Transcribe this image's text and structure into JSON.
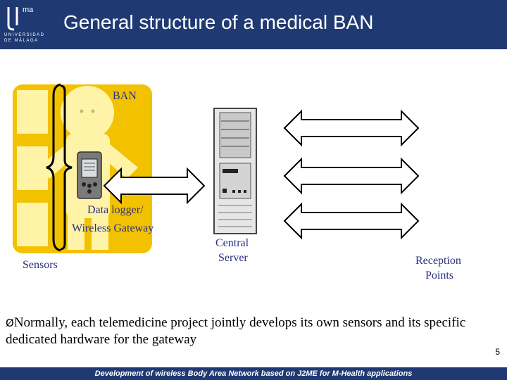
{
  "header": {
    "title": "General structure of a medical BAN",
    "logo_lines": [
      "UNIVERSIDAD",
      "DE MÁLAGA"
    ],
    "logo_mark": "ma"
  },
  "diagram": {
    "ban_label": "BAN",
    "gateway_label_line1": "Data logger/",
    "gateway_label_line2": "Wireless Gateway",
    "sensors_label": "Sensors",
    "server_label_line1": "Central",
    "server_label_line2": "Server",
    "reception_label_line1": "Reception",
    "reception_label_line2": "Points"
  },
  "body": {
    "bullet": "Ø",
    "text": "Normally, each telemedicine project jointly develops its own sensors and its specific dedicated hardware for the gateway"
  },
  "page_number": "5",
  "footer": {
    "text": "Development of wireless Body Area Network based on J2ME for M-Health applications"
  },
  "colors": {
    "header_bg": "#1f3a73",
    "ban_yellow": "#f2c200",
    "figure_light": "#fff3a8",
    "label_blue": "#2a2f7f"
  }
}
